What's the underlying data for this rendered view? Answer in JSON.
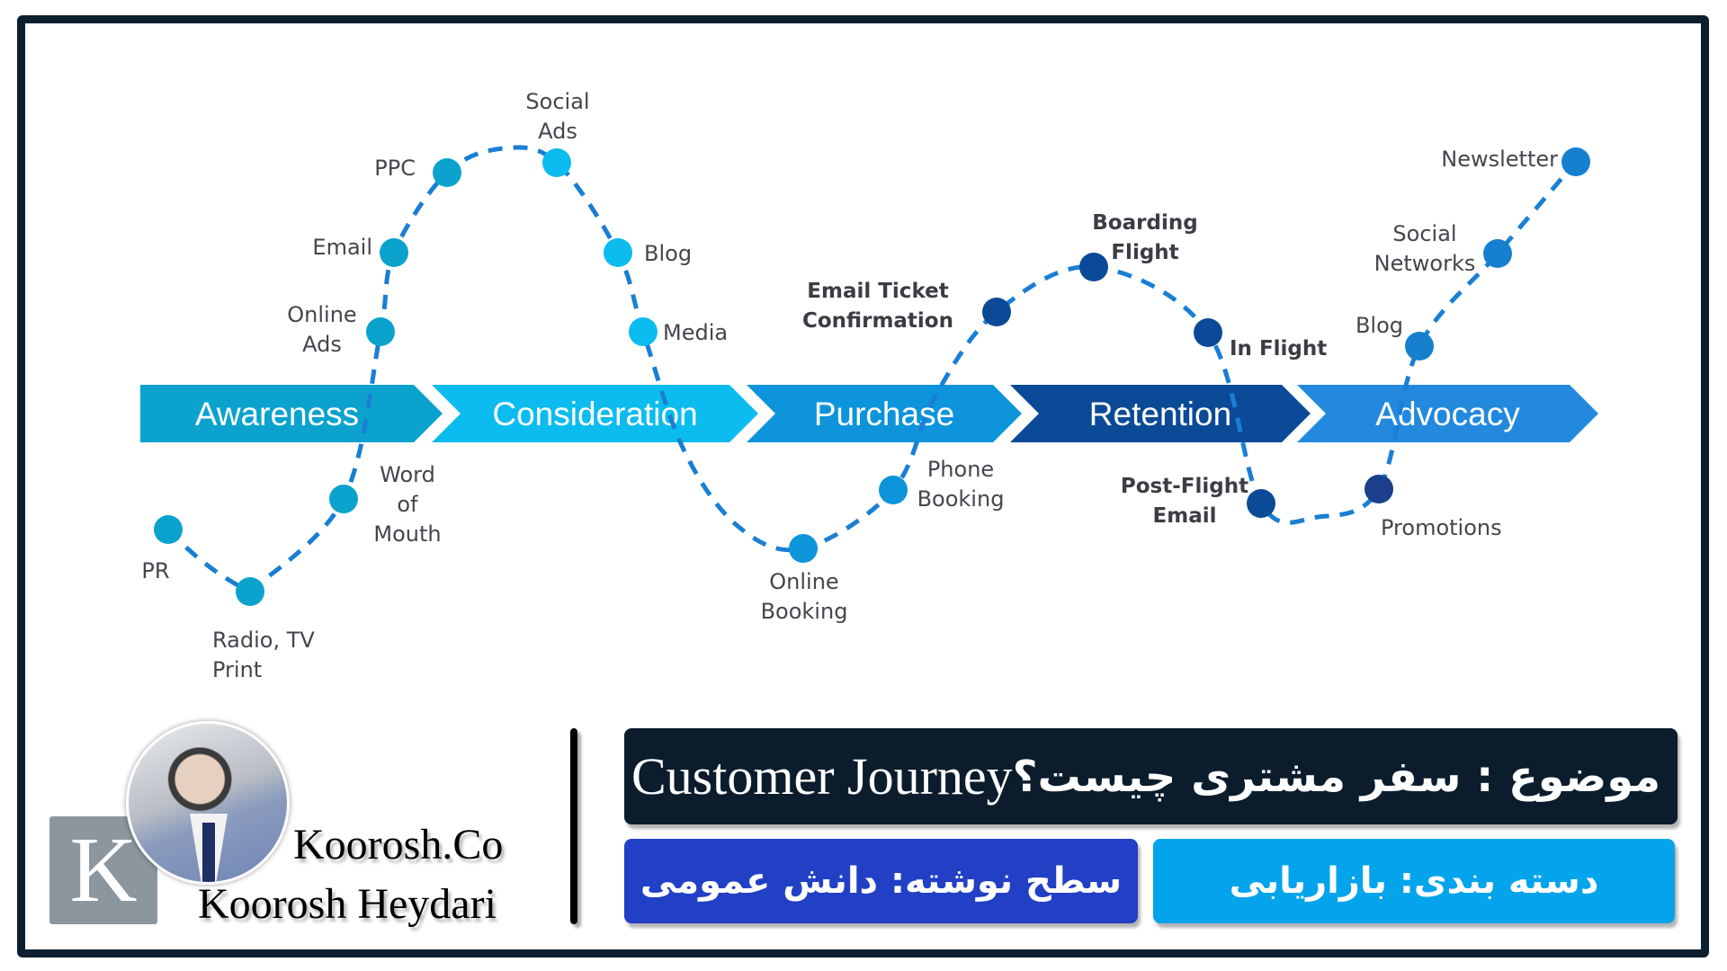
{
  "diagram": {
    "title": "Customer Journey",
    "colors": {
      "awareness": "#0ba3cd",
      "consideration": "#0cbcee",
      "purchase": "#0d94da",
      "retention": "#0b4a97",
      "advocacy": "#2389de",
      "path": "#1a7fd4",
      "label_text": "#45454d"
    },
    "stages": [
      {
        "name": "Awareness",
        "color": "#0ba3cd"
      },
      {
        "name": "Consideration",
        "color": "#0cbcee"
      },
      {
        "name": "Purchase",
        "color": "#0d94da"
      },
      {
        "name": "Retention",
        "color": "#0b4a97"
      },
      {
        "name": "Advocacy",
        "color": "#2389de"
      }
    ],
    "touchpoints": [
      {
        "label": [
          "PR"
        ],
        "stage": "Awareness",
        "color": "#0ba3cd"
      },
      {
        "label": [
          "Radio, TV",
          "Print"
        ],
        "stage": "Awareness",
        "color": "#0ba3cd"
      },
      {
        "label": [
          "Word",
          "of",
          "Mouth"
        ],
        "stage": "Awareness",
        "color": "#0ba3cd"
      },
      {
        "label": [
          "Online",
          "Ads"
        ],
        "stage": "Awareness",
        "color": "#0ba3cd"
      },
      {
        "label": [
          "Email"
        ],
        "stage": "Awareness",
        "color": "#0ba3cd"
      },
      {
        "label": [
          "PPC"
        ],
        "stage": "Awareness",
        "color": "#0ba3cd"
      },
      {
        "label": [
          "Social",
          "Ads"
        ],
        "stage": "Consideration",
        "color": "#0cbcee"
      },
      {
        "label": [
          "Blog"
        ],
        "stage": "Consideration",
        "color": "#0cbcee"
      },
      {
        "label": [
          "Media"
        ],
        "stage": "Consideration",
        "color": "#0cbcee"
      },
      {
        "label": [
          "Online",
          "Booking"
        ],
        "stage": "Purchase",
        "color": "#0d94da"
      },
      {
        "label": [
          "Phone",
          "Booking"
        ],
        "stage": "Purchase",
        "color": "#0d94da"
      },
      {
        "label": [
          "Email Ticket",
          "Confirmation"
        ],
        "stage": "Retention",
        "color": "#0b4a97"
      },
      {
        "label": [
          "Boarding",
          "Flight"
        ],
        "stage": "Retention",
        "color": "#0b4a97"
      },
      {
        "label": [
          "In Flight"
        ],
        "stage": "Retention",
        "color": "#0b4a97"
      },
      {
        "label": [
          "Post-Flight",
          "Email"
        ],
        "stage": "Retention",
        "color": "#0b4a97"
      },
      {
        "label": [
          "Promotions"
        ],
        "stage": "Advocacy",
        "color": "#1b3f8c"
      },
      {
        "label": [
          "Blog"
        ],
        "stage": "Advocacy",
        "color": "#1680cf"
      },
      {
        "label": [
          "Social",
          "Networks"
        ],
        "stage": "Advocacy",
        "color": "#1680cf"
      },
      {
        "label": [
          "Newsletter"
        ],
        "stage": "Advocacy",
        "color": "#1680cf"
      }
    ]
  },
  "branding": {
    "logo_letter": "K",
    "company": "Koorosh.Co",
    "author": "Koorosh Heydari"
  },
  "banners": {
    "title_en": "Customer Journey",
    "title_fa": "موضوع : سفر مشتری چیست؟",
    "level": "سطح نوشته: دانش عمومی",
    "category": "دسته بندی: بازاریابی",
    "colors": {
      "title_bg": "#0b1d2c",
      "level_bg": "#2140c6",
      "category_bg": "#03a4eb"
    }
  }
}
